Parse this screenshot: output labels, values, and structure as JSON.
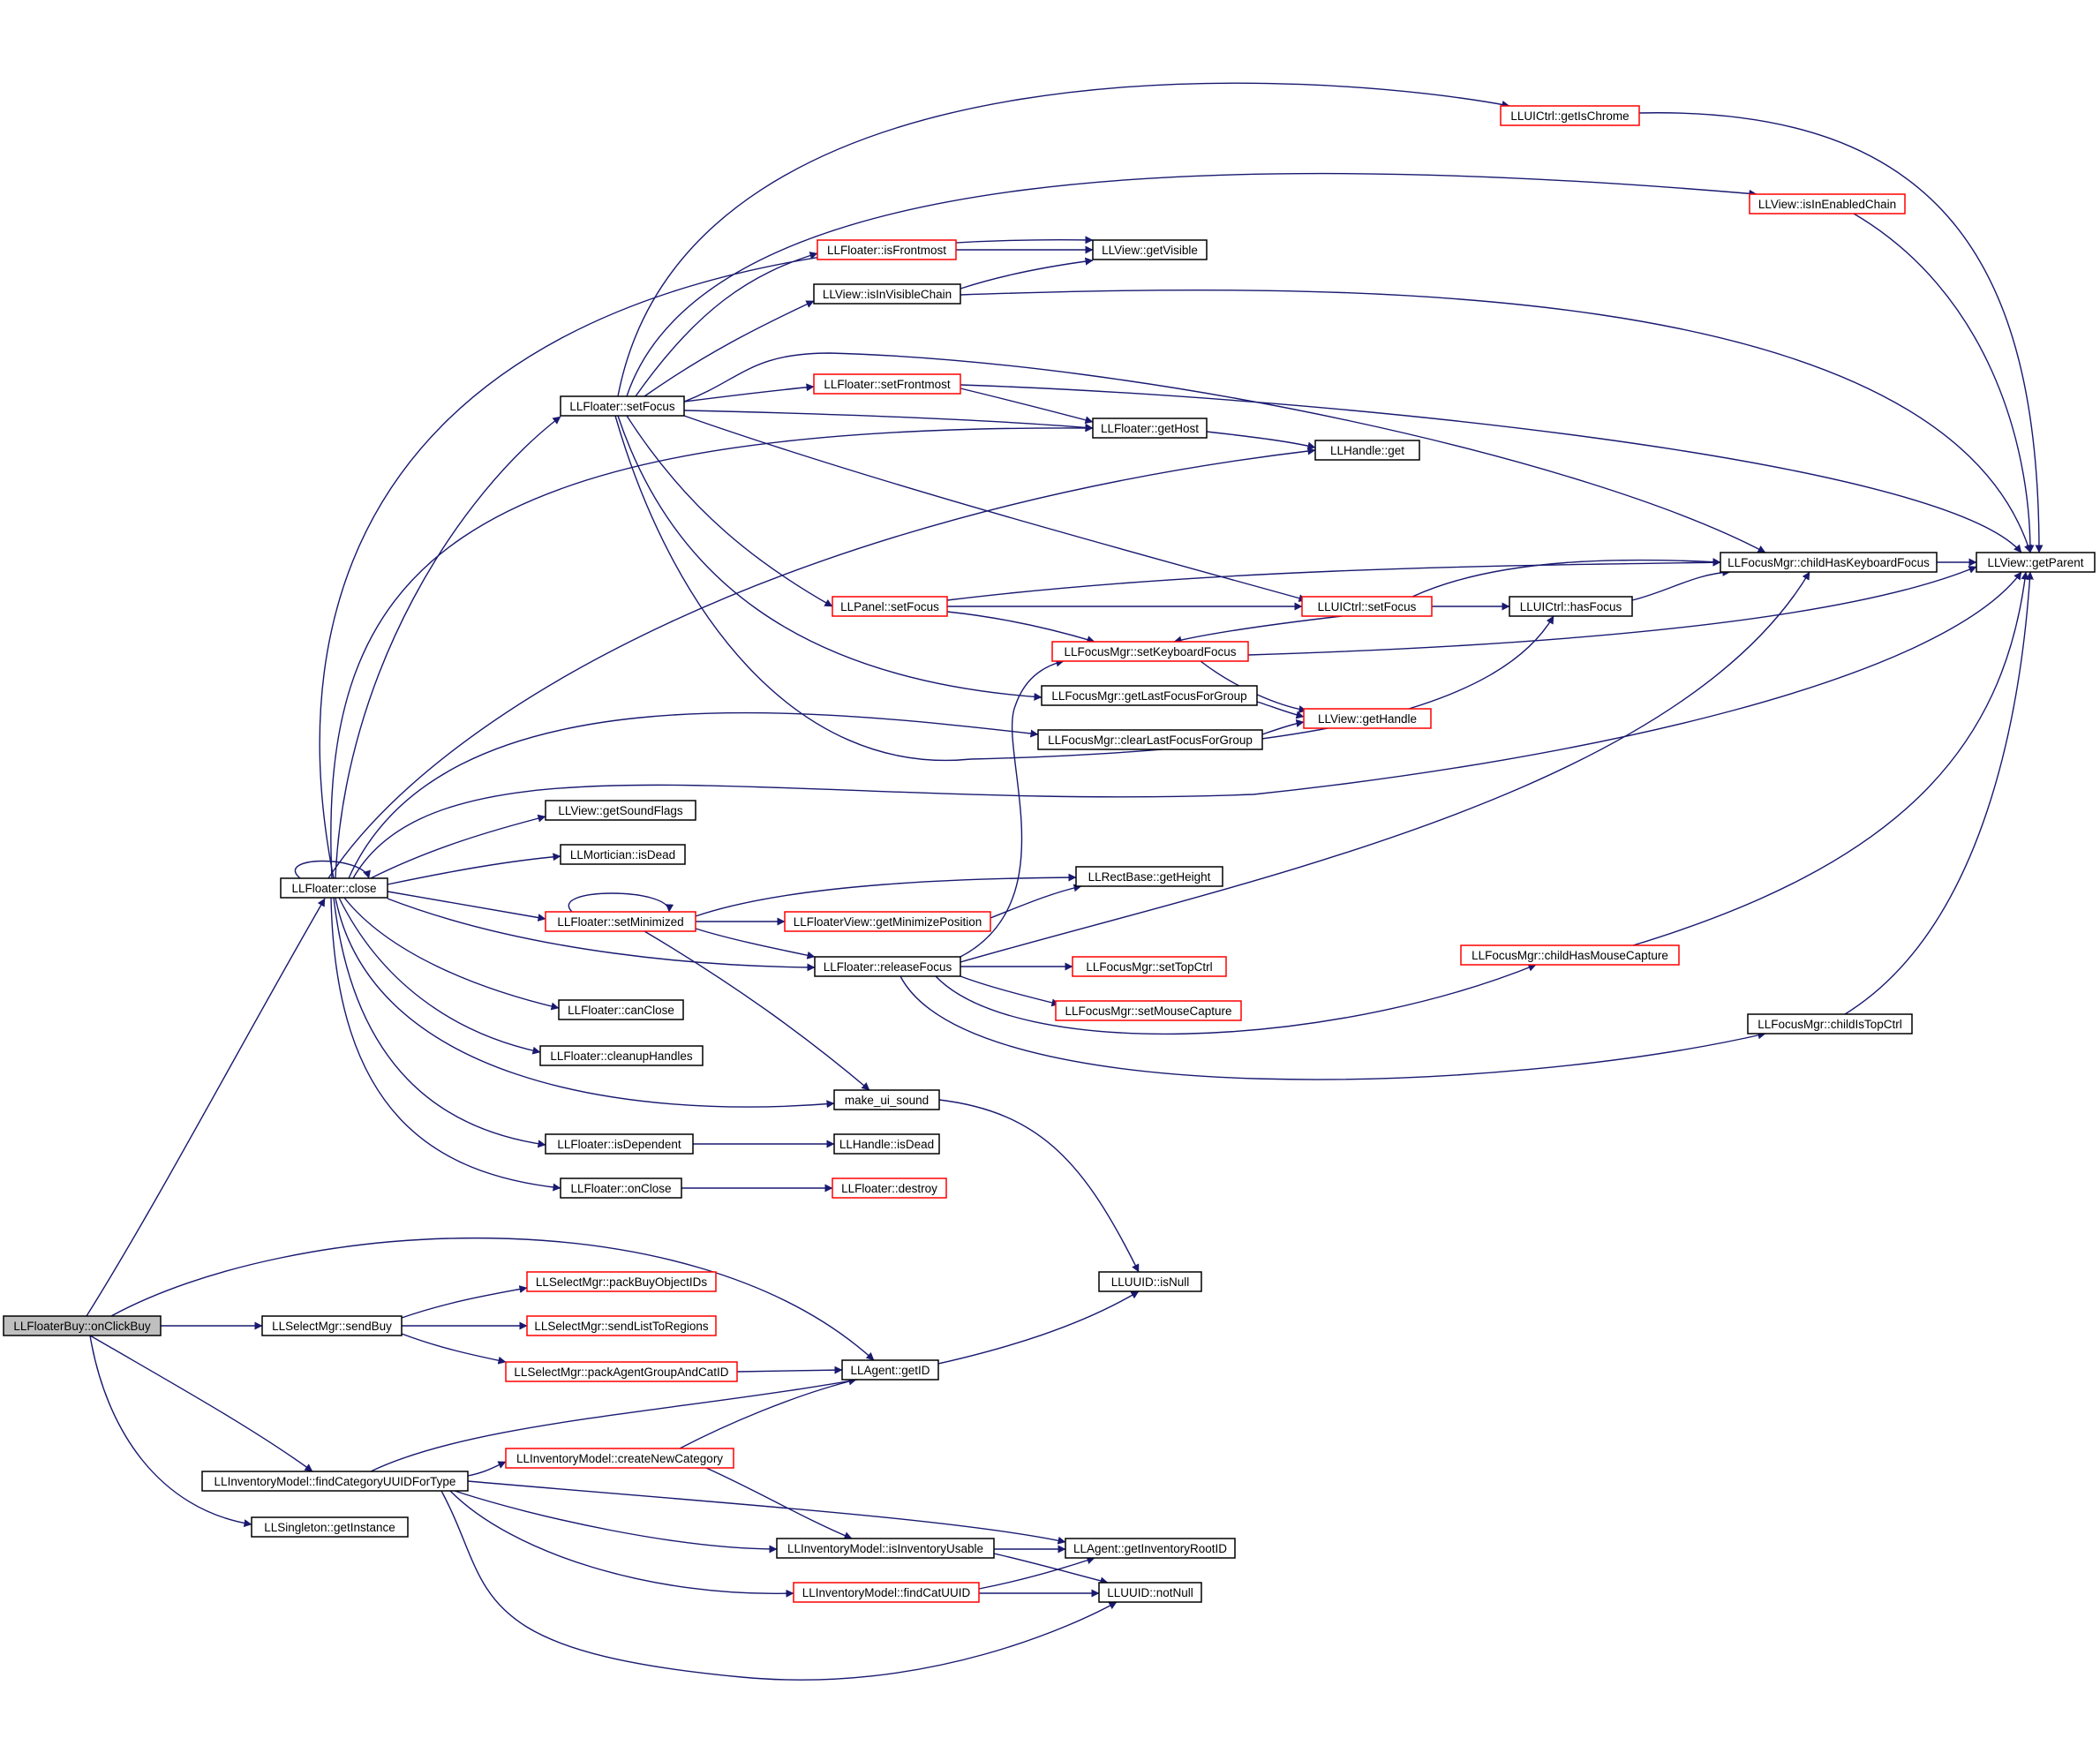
{
  "colors": {
    "edge": "#191970",
    "border_default": "#000000",
    "border_truncated": "#ff0000",
    "fill_root": "#bfbfbf",
    "fill_default": "#ffffff"
  },
  "nodes": [
    {
      "id": "onClickBuy",
      "label": "LLFloaterBuy::onClickBuy",
      "style": "root"
    },
    {
      "id": "close",
      "label": "LLFloater::close",
      "style": "normal"
    },
    {
      "id": "sendBuy",
      "label": "LLSelectMgr::sendBuy",
      "style": "normal"
    },
    {
      "id": "findCat",
      "label": "LLInventoryModel::findCategoryUUIDForType",
      "style": "normal"
    },
    {
      "id": "getInstance",
      "label": "LLSingleton::getInstance",
      "style": "normal"
    },
    {
      "id": "setFocus",
      "label": "LLFloater::setFocus",
      "style": "normal"
    },
    {
      "id": "getSoundFlags",
      "label": "LLView::getSoundFlags",
      "style": "normal"
    },
    {
      "id": "isDeadMort",
      "label": "LLMortician::isDead",
      "style": "normal"
    },
    {
      "id": "setMinimized",
      "label": "LLFloater::setMinimized",
      "style": "truncated"
    },
    {
      "id": "canClose",
      "label": "LLFloater::canClose",
      "style": "normal"
    },
    {
      "id": "cleanupHandles",
      "label": "LLFloater::cleanupHandles",
      "style": "normal"
    },
    {
      "id": "isDependent",
      "label": "LLFloater::isDependent",
      "style": "normal"
    },
    {
      "id": "onClose",
      "label": "LLFloater::onClose",
      "style": "normal"
    },
    {
      "id": "packBuy",
      "label": "LLSelectMgr::packBuyObjectIDs",
      "style": "truncated"
    },
    {
      "id": "sendList",
      "label": "LLSelectMgr::sendListToRegions",
      "style": "truncated"
    },
    {
      "id": "packAgent",
      "label": "LLSelectMgr::packAgentGroupAndCatID",
      "style": "truncated"
    },
    {
      "id": "createNewCat",
      "label": "LLInventoryModel::createNewCategory",
      "style": "truncated"
    },
    {
      "id": "isInvUsable",
      "label": "LLInventoryModel::isInventoryUsable",
      "style": "normal"
    },
    {
      "id": "findCatUUID",
      "label": "LLInventoryModel::findCatUUID",
      "style": "truncated"
    },
    {
      "id": "isFrontmost",
      "label": "LLFloater::isFrontmost",
      "style": "truncated"
    },
    {
      "id": "isInVisibleChain",
      "label": "LLView::isInVisibleChain",
      "style": "normal"
    },
    {
      "id": "setFrontmost",
      "label": "LLFloater::setFrontmost",
      "style": "truncated"
    },
    {
      "id": "panelSetFocus",
      "label": "LLPanel::setFocus",
      "style": "truncated"
    },
    {
      "id": "floaterViewMin",
      "label": "LLFloaterView::getMinimizePosition",
      "style": "truncated"
    },
    {
      "id": "releaseFocus",
      "label": "LLFloater::releaseFocus",
      "style": "normal"
    },
    {
      "id": "makeUiSound",
      "label": "make_ui_sound",
      "style": "normal"
    },
    {
      "id": "handleIsDead",
      "label": "LLHandle::isDead",
      "style": "normal"
    },
    {
      "id": "destroy",
      "label": "LLFloater::destroy",
      "style": "truncated"
    },
    {
      "id": "getID",
      "label": "LLAgent::getID",
      "style": "normal"
    },
    {
      "id": "getInvRoot",
      "label": "LLAgent::getInventoryRootID",
      "style": "normal"
    },
    {
      "id": "notNull",
      "label": "LLUUID::notNull",
      "style": "normal"
    },
    {
      "id": "getVisible",
      "label": "LLView::getVisible",
      "style": "normal"
    },
    {
      "id": "getHost",
      "label": "LLFloater::getHost",
      "style": "normal"
    },
    {
      "id": "setKeyboardFocus",
      "label": "LLFocusMgr::setKeyboardFocus",
      "style": "truncated"
    },
    {
      "id": "getLastFocus",
      "label": "LLFocusMgr::getLastFocusForGroup",
      "style": "normal"
    },
    {
      "id": "clearLastFocus",
      "label": "LLFocusMgr::clearLastFocusForGroup",
      "style": "normal"
    },
    {
      "id": "getHeight",
      "label": "LLRectBase::getHeight",
      "style": "normal"
    },
    {
      "id": "setTopCtrl",
      "label": "LLFocusMgr::setTopCtrl",
      "style": "truncated"
    },
    {
      "id": "setMouseCapture",
      "label": "LLFocusMgr::setMouseCapture",
      "style": "truncated"
    },
    {
      "id": "isNull",
      "label": "LLUUID::isNull",
      "style": "normal"
    },
    {
      "id": "handleGet",
      "label": "LLHandle::get",
      "style": "normal"
    },
    {
      "id": "uiSetFocus",
      "label": "LLUICtrl::setFocus",
      "style": "truncated"
    },
    {
      "id": "getHandle",
      "label": "LLView::getHandle",
      "style": "truncated"
    },
    {
      "id": "getIsChrome",
      "label": "LLUICtrl::getIsChrome",
      "style": "truncated"
    },
    {
      "id": "isInEnabledChain",
      "label": "LLView::isInEnabledChain",
      "style": "truncated"
    },
    {
      "id": "hasFocus",
      "label": "LLUICtrl::hasFocus",
      "style": "normal"
    },
    {
      "id": "childHasMouse",
      "label": "LLFocusMgr::childHasMouseCapture",
      "style": "truncated"
    },
    {
      "id": "childIsTop",
      "label": "LLFocusMgr::childIsTopCtrl",
      "style": "normal"
    },
    {
      "id": "childHasKbd",
      "label": "LLFocusMgr::childHasKeyboardFocus",
      "style": "normal"
    },
    {
      "id": "getParent",
      "label": "LLView::getParent",
      "style": "normal"
    }
  ],
  "edges": [
    [
      "onClickBuy",
      "close"
    ],
    [
      "onClickBuy",
      "sendBuy"
    ],
    [
      "onClickBuy",
      "findCat"
    ],
    [
      "onClickBuy",
      "getInstance"
    ],
    [
      "onClickBuy",
      "getID"
    ],
    [
      "sendBuy",
      "packBuy"
    ],
    [
      "sendBuy",
      "sendList"
    ],
    [
      "sendBuy",
      "packAgent"
    ],
    [
      "packAgent",
      "getID"
    ],
    [
      "findCat",
      "createNewCat"
    ],
    [
      "findCat",
      "isInvUsable"
    ],
    [
      "findCat",
      "findCatUUID"
    ],
    [
      "findCat",
      "getInvRoot"
    ],
    [
      "findCat",
      "notNull"
    ],
    [
      "findCat",
      "isNull"
    ],
    [
      "createNewCat",
      "getID"
    ],
    [
      "createNewCat",
      "isInvUsable"
    ],
    [
      "isInvUsable",
      "getInvRoot"
    ],
    [
      "isInvUsable",
      "notNull"
    ],
    [
      "findCatUUID",
      "getInvRoot"
    ],
    [
      "findCatUUID",
      "notNull"
    ],
    [
      "close",
      "close"
    ],
    [
      "close",
      "setFocus"
    ],
    [
      "close",
      "getVisible"
    ],
    [
      "close",
      "getHost"
    ],
    [
      "close",
      "handleGet"
    ],
    [
      "close",
      "clearLastFocus"
    ],
    [
      "close",
      "getParent"
    ],
    [
      "close",
      "getSoundFlags"
    ],
    [
      "close",
      "isDeadMort"
    ],
    [
      "close",
      "setMinimized"
    ],
    [
      "close",
      "releaseFocus"
    ],
    [
      "close",
      "canClose"
    ],
    [
      "close",
      "cleanupHandles"
    ],
    [
      "close",
      "makeUiSound"
    ],
    [
      "close",
      "isDependent"
    ],
    [
      "close",
      "onClose"
    ],
    [
      "setFocus",
      "getIsChrome"
    ],
    [
      "setFocus",
      "isInEnabledChain"
    ],
    [
      "setFocus",
      "isFrontmost"
    ],
    [
      "setFocus",
      "isInVisibleChain"
    ],
    [
      "setFocus",
      "setFrontmost"
    ],
    [
      "setFocus",
      "getHost"
    ],
    [
      "setFocus",
      "childHasKbd"
    ],
    [
      "setFocus",
      "uiSetFocus"
    ],
    [
      "setFocus",
      "panelSetFocus"
    ],
    [
      "setFocus",
      "getLastFocus"
    ],
    [
      "setFocus",
      "hasFocus"
    ],
    [
      "isFrontmost",
      "getVisible"
    ],
    [
      "isInVisibleChain",
      "getVisible"
    ],
    [
      "isInVisibleChain",
      "getParent"
    ],
    [
      "setFrontmost",
      "getHost"
    ],
    [
      "setFrontmost",
      "getParent"
    ],
    [
      "getHost",
      "handleGet"
    ],
    [
      "panelSetFocus",
      "uiSetFocus"
    ],
    [
      "panelSetFocus",
      "setKeyboardFocus"
    ],
    [
      "panelSetFocus",
      "childHasKbd"
    ],
    [
      "uiSetFocus",
      "hasFocus"
    ],
    [
      "uiSetFocus",
      "setKeyboardFocus"
    ],
    [
      "uiSetFocus",
      "childHasKbd"
    ],
    [
      "hasFocus",
      "childHasKbd"
    ],
    [
      "setKeyboardFocus",
      "getParent"
    ],
    [
      "setKeyboardFocus",
      "getHandle"
    ],
    [
      "getLastFocus",
      "getHandle"
    ],
    [
      "clearLastFocus",
      "getHandle"
    ],
    [
      "childHasKbd",
      "getParent"
    ],
    [
      "getIsChrome",
      "getParent"
    ],
    [
      "isInEnabledChain",
      "getParent"
    ],
    [
      "setMinimized",
      "setMinimized"
    ],
    [
      "setMinimized",
      "getHeight"
    ],
    [
      "setMinimized",
      "floaterViewMin"
    ],
    [
      "setMinimized",
      "releaseFocus"
    ],
    [
      "setMinimized",
      "makeUiSound"
    ],
    [
      "floaterViewMin",
      "getHeight"
    ],
    [
      "releaseFocus",
      "setKeyboardFocus"
    ],
    [
      "releaseFocus",
      "childHasKbd"
    ],
    [
      "releaseFocus",
      "setTopCtrl"
    ],
    [
      "releaseFocus",
      "setMouseCapture"
    ],
    [
      "releaseFocus",
      "childHasMouse"
    ],
    [
      "releaseFocus",
      "childIsTop"
    ],
    [
      "childHasMouse",
      "getParent"
    ],
    [
      "childIsTop",
      "getParent"
    ],
    [
      "makeUiSound",
      "isNull"
    ],
    [
      "isDependent",
      "handleIsDead"
    ],
    [
      "onClose",
      "destroy"
    ]
  ]
}
